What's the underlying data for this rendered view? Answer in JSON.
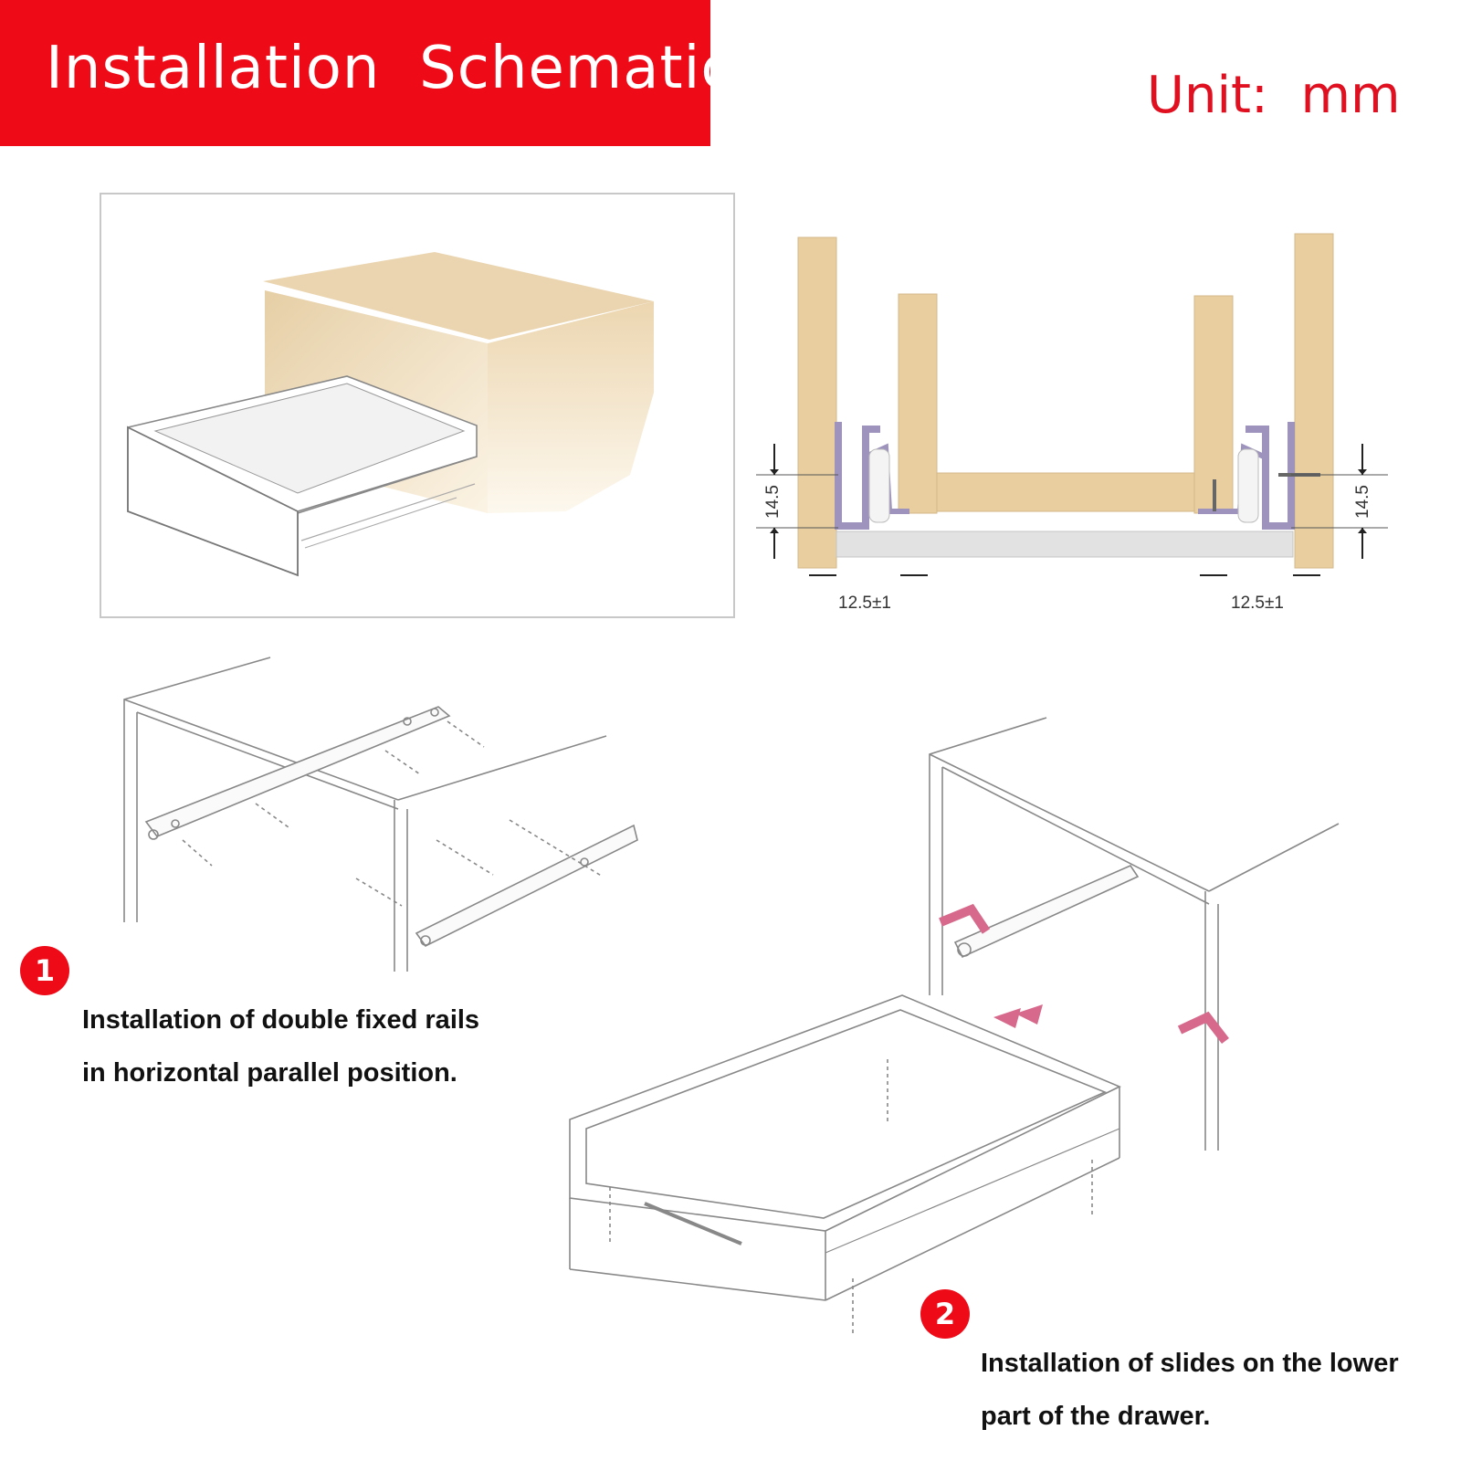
{
  "header": {
    "title": "Installation  Schematic",
    "unit": "Unit:  mm"
  },
  "dimensions": {
    "left_height": "14.5",
    "right_height": "14.5",
    "left_gap": "12.5±1",
    "right_gap": "12.5±1"
  },
  "steps": [
    {
      "number": "1",
      "line1": "Installation of double fixed rails",
      "line2": "in horizontal parallel position."
    },
    {
      "number": "2",
      "line1": "Installation of slides on the lower",
      "line2": "part of the drawer."
    }
  ],
  "colors": {
    "brand_red": "#ee0a17",
    "wood": "#e9cf9f",
    "rail": "#9d93bd"
  }
}
